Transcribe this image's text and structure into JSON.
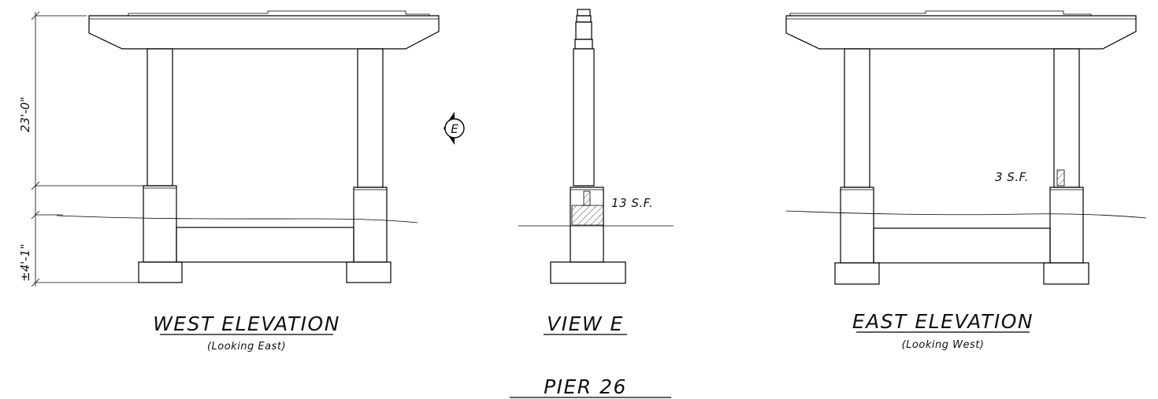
{
  "drawing": {
    "title": "PIER 26",
    "views": {
      "west": {
        "title": "WEST ELEVATION",
        "subtitle": "(Looking East)"
      },
      "view_e": {
        "title": "VIEW E"
      },
      "east": {
        "title": "EAST ELEVATION",
        "subtitle": "(Looking West)"
      }
    },
    "dimensions": {
      "column_height": "23'-0\"",
      "below_ground": "±4'-1\""
    },
    "section_marker": "E",
    "annotations": {
      "view_e_area": "13 S.F.",
      "east_area": "3 S.F."
    }
  }
}
